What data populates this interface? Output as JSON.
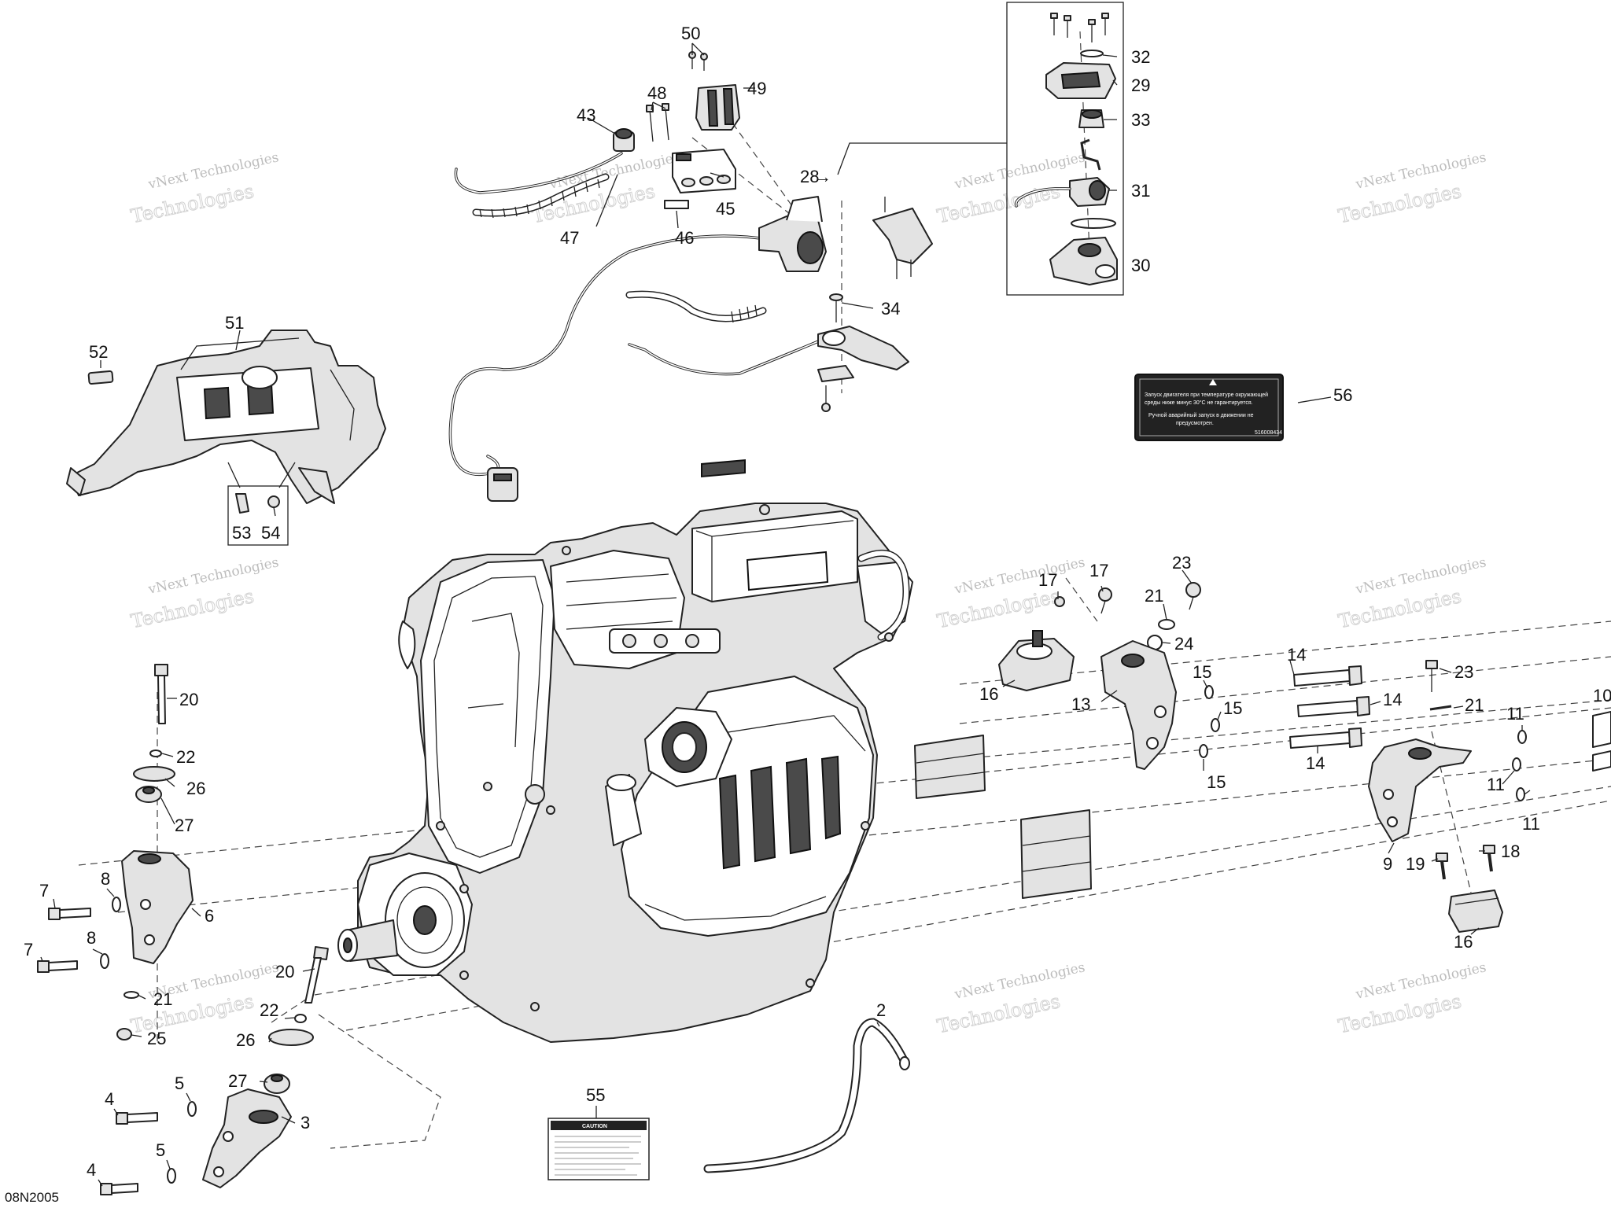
{
  "figure_code": "08N2005",
  "watermark": {
    "line1": "vNext Technologies",
    "line2": "Technologies"
  },
  "decal_56": {
    "text_line1": "Запуск двигателя при температуре окружающей",
    "text_line2": "среды ниже минус 30°C не гарантируется.",
    "text_line3": "Ручной аварийный запуск в движении не",
    "text_line4": "предусмотрен.",
    "code": "516008434"
  },
  "decal_55": {
    "heading": "CAUTION"
  },
  "callouts": [
    {
      "label": "50"
    },
    {
      "label": "49"
    },
    {
      "label": "48"
    },
    {
      "label": "43"
    },
    {
      "label": "45"
    },
    {
      "label": "46"
    },
    {
      "label": "47"
    },
    {
      "label": "28"
    },
    {
      "label": "32"
    },
    {
      "label": "29"
    },
    {
      "label": "33"
    },
    {
      "label": "31"
    },
    {
      "label": "30"
    },
    {
      "label": "34"
    },
    {
      "label": "51"
    },
    {
      "label": "52"
    },
    {
      "label": "53"
    },
    {
      "label": "54"
    },
    {
      "label": "56"
    },
    {
      "label": "17"
    },
    {
      "label": "17"
    },
    {
      "label": "23"
    },
    {
      "label": "21"
    },
    {
      "label": "24"
    },
    {
      "label": "16"
    },
    {
      "label": "13"
    },
    {
      "label": "15"
    },
    {
      "label": "15"
    },
    {
      "label": "15"
    },
    {
      "label": "14"
    },
    {
      "label": "14"
    },
    {
      "label": "14"
    },
    {
      "label": "23"
    },
    {
      "label": "21"
    },
    {
      "label": "10"
    },
    {
      "label": "11"
    },
    {
      "label": "11"
    },
    {
      "label": "11"
    },
    {
      "label": "9"
    },
    {
      "label": "19"
    },
    {
      "label": "18"
    },
    {
      "label": "16"
    },
    {
      "label": "20"
    },
    {
      "label": "22"
    },
    {
      "label": "26"
    },
    {
      "label": "27"
    },
    {
      "label": "7"
    },
    {
      "label": "8"
    },
    {
      "label": "6"
    },
    {
      "label": "7"
    },
    {
      "label": "8"
    },
    {
      "label": "21"
    },
    {
      "label": "25"
    },
    {
      "label": "20"
    },
    {
      "label": "22"
    },
    {
      "label": "26"
    },
    {
      "label": "27"
    },
    {
      "label": "4"
    },
    {
      "label": "5"
    },
    {
      "label": "3"
    },
    {
      "label": "4"
    },
    {
      "label": "5"
    },
    {
      "label": "55"
    },
    {
      "label": "2"
    }
  ]
}
